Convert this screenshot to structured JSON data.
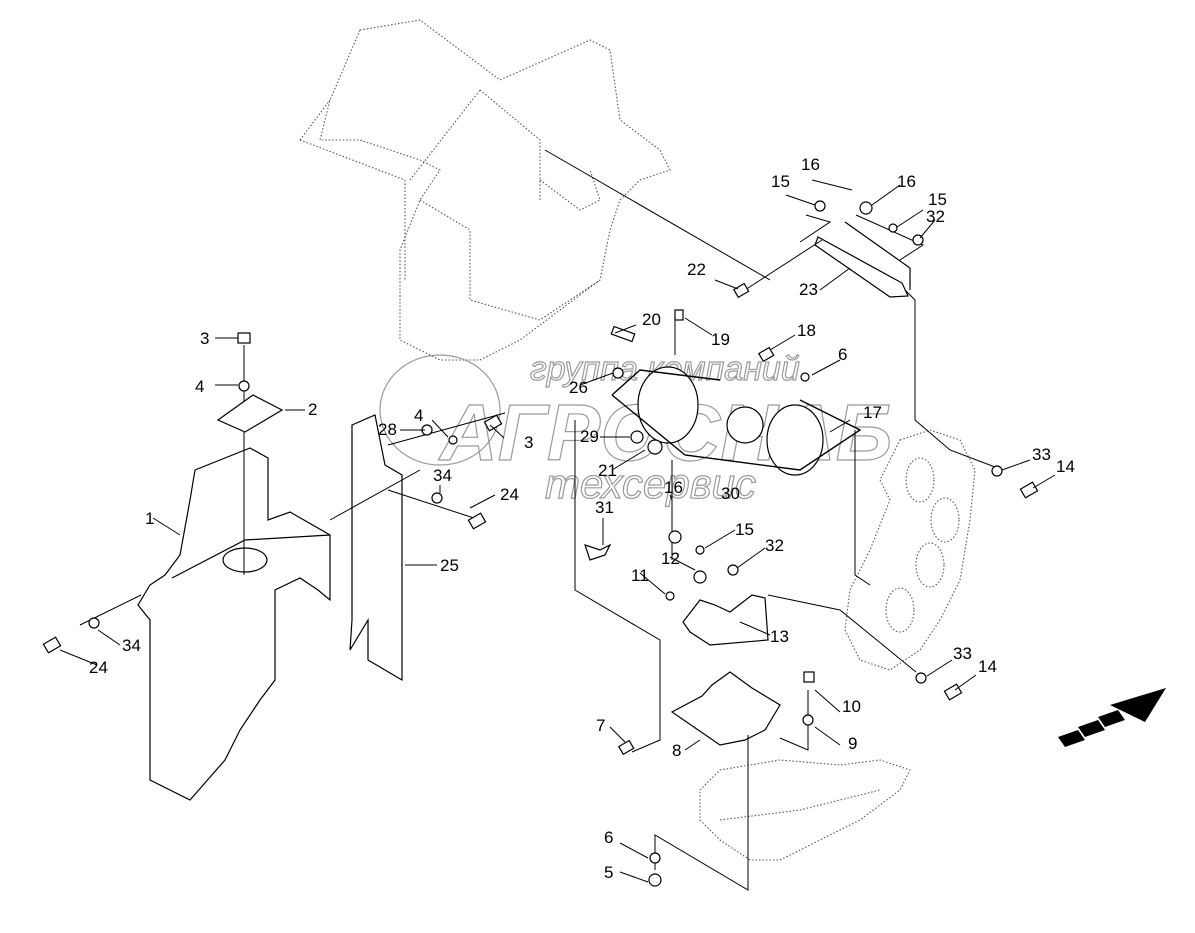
{
  "diagram": {
    "title": "Parts assembly diagram",
    "watermark": {
      "line1": "группа компаний",
      "line2": "АГРОСНАБ",
      "line3": "техсервис"
    },
    "callouts": [
      {
        "id": "c1",
        "label": "1"
      },
      {
        "id": "c2",
        "label": "2"
      },
      {
        "id": "c3a",
        "label": "3"
      },
      {
        "id": "c3b",
        "label": "3"
      },
      {
        "id": "c4a",
        "label": "4"
      },
      {
        "id": "c4b",
        "label": "4"
      },
      {
        "id": "c5",
        "label": "5"
      },
      {
        "id": "c6a",
        "label": "6"
      },
      {
        "id": "c6b",
        "label": "6"
      },
      {
        "id": "c7",
        "label": "7"
      },
      {
        "id": "c8",
        "label": "8"
      },
      {
        "id": "c9",
        "label": "9"
      },
      {
        "id": "c10",
        "label": "10"
      },
      {
        "id": "c11",
        "label": "11"
      },
      {
        "id": "c12",
        "label": "12"
      },
      {
        "id": "c13",
        "label": "13"
      },
      {
        "id": "c14a",
        "label": "14"
      },
      {
        "id": "c14b",
        "label": "14"
      },
      {
        "id": "c15a",
        "label": "15"
      },
      {
        "id": "c15b",
        "label": "15"
      },
      {
        "id": "c15c",
        "label": "15"
      },
      {
        "id": "c16a",
        "label": "16"
      },
      {
        "id": "c16b",
        "label": "16"
      },
      {
        "id": "c16c",
        "label": "16"
      },
      {
        "id": "c17",
        "label": "17"
      },
      {
        "id": "c18",
        "label": "18"
      },
      {
        "id": "c19",
        "label": "19"
      },
      {
        "id": "c20",
        "label": "20"
      },
      {
        "id": "c21",
        "label": "21"
      },
      {
        "id": "c22",
        "label": "22"
      },
      {
        "id": "c23",
        "label": "23"
      },
      {
        "id": "c24a",
        "label": "24"
      },
      {
        "id": "c24b",
        "label": "24"
      },
      {
        "id": "c25",
        "label": "25"
      },
      {
        "id": "c26",
        "label": "26"
      },
      {
        "id": "c28",
        "label": "28"
      },
      {
        "id": "c29",
        "label": "29"
      },
      {
        "id": "c30",
        "label": "30"
      },
      {
        "id": "c31",
        "label": "31"
      },
      {
        "id": "c32a",
        "label": "32"
      },
      {
        "id": "c32b",
        "label": "32"
      },
      {
        "id": "c33a",
        "label": "33"
      },
      {
        "id": "c33b",
        "label": "33"
      },
      {
        "id": "c34a",
        "label": "34"
      },
      {
        "id": "c34b",
        "label": "34"
      }
    ],
    "direction_indicator": "front-direction-arrow"
  }
}
